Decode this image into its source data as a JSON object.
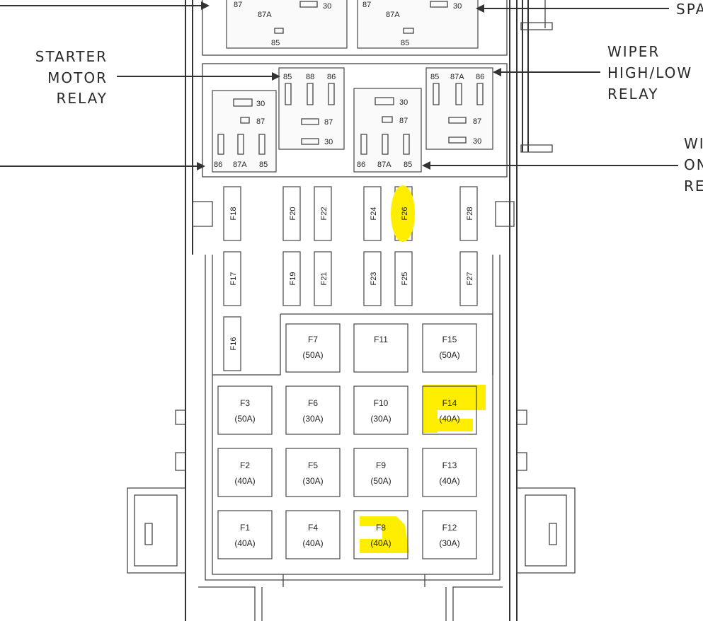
{
  "labels": {
    "spare": "SPA",
    "starter_line1": "STARTER",
    "starter_line2": "MOTOR",
    "starter_line3": "RELAY",
    "wiper_line1": "WIPER",
    "wiper_line2": "HIGH/LOW",
    "wiper_line3": "RELAY",
    "right_line1": "WI",
    "right_line2": "ON",
    "right_line3": "RE"
  },
  "pins": {
    "p30": "30",
    "p85": "85",
    "p86": "86",
    "p87": "87",
    "p87a": "87A",
    "p88": "88"
  },
  "mini_fuses": {
    "top": [
      "F18",
      "F20",
      "F22",
      "F24",
      "F26",
      "F28"
    ],
    "middle": [
      "F17",
      "F19",
      "F21",
      "F23",
      "F25",
      "F27"
    ],
    "left": "F16"
  },
  "maxi_fuses": {
    "row1": [
      {
        "name": "F7",
        "rating": "(50A)"
      },
      {
        "name": "F11",
        "rating": ""
      },
      {
        "name": "F15",
        "rating": "(50A)"
      }
    ],
    "row2": [
      {
        "name": "F3",
        "rating": "(50A)"
      },
      {
        "name": "F6",
        "rating": "(30A)"
      },
      {
        "name": "F10",
        "rating": "(30A)"
      },
      {
        "name": "F14",
        "rating": "(40A)"
      }
    ],
    "row3": [
      {
        "name": "F2",
        "rating": "(40A)"
      },
      {
        "name": "F5",
        "rating": "(30A)"
      },
      {
        "name": "F9",
        "rating": "(50A)"
      },
      {
        "name": "F13",
        "rating": "(40A)"
      }
    ],
    "row4": [
      {
        "name": "F1",
        "rating": "(40A)"
      },
      {
        "name": "F4",
        "rating": "(40A)"
      },
      {
        "name": "F8",
        "rating": "(40A)"
      },
      {
        "name": "F12",
        "rating": "(30A)"
      }
    ]
  },
  "colors": {
    "highlight": "#ffee00",
    "line": "#333333"
  }
}
